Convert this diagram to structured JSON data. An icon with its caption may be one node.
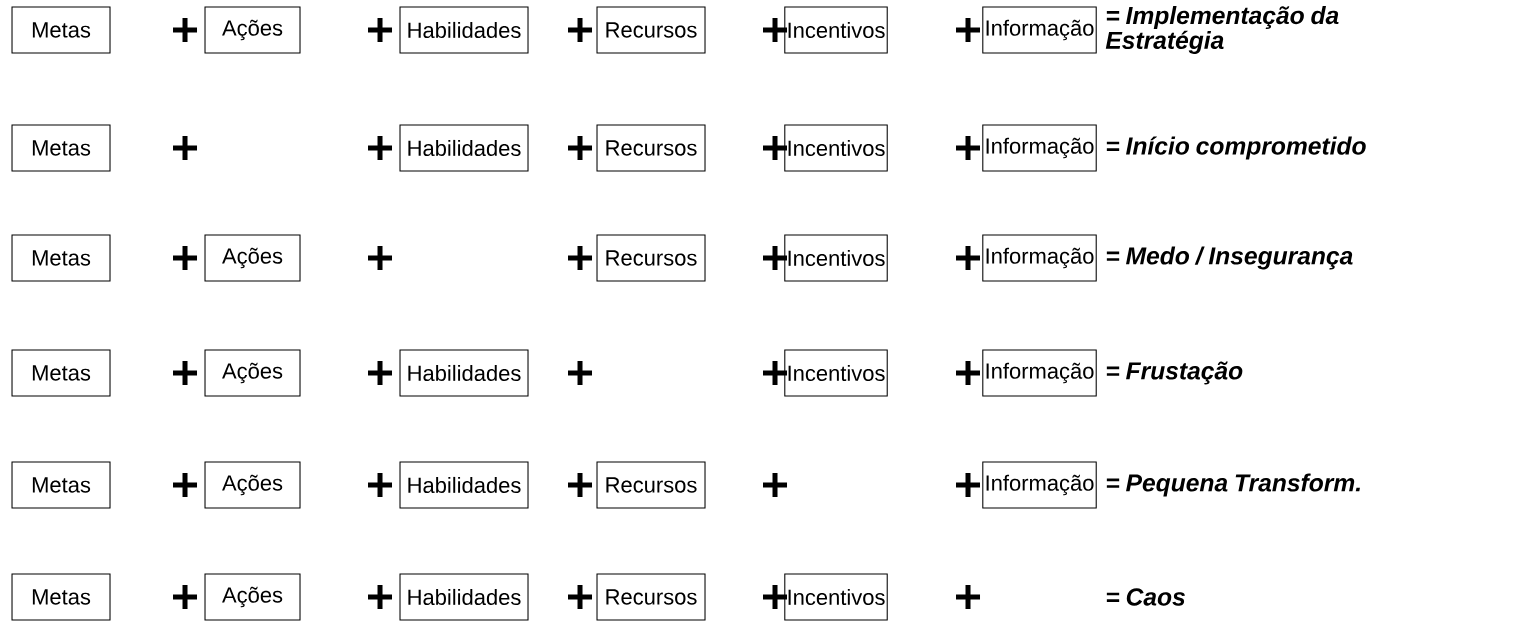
{
  "diagram": {
    "nodes": [
      {
        "text": [
          "Metas"
        ]
      },
      {
        "text": [
          "Ações"
        ]
      },
      {
        "text": [
          "Habilidades"
        ]
      },
      {
        "text": [
          "Recursos"
        ]
      },
      {
        "text": [
          "Incentivos"
        ]
      },
      {
        "text": [
          "Informação"
        ]
      },
      {
        "text": [
          "Metas"
        ]
      },
      {
        "text": [
          "Habilidades"
        ]
      },
      {
        "text": [
          "Recursos"
        ]
      },
      {
        "text": [
          "Incentivos"
        ]
      },
      {
        "text": [
          "Informação"
        ]
      },
      {
        "text": [
          "Metas"
        ]
      },
      {
        "text": [
          "Ações"
        ]
      },
      {
        "text": [
          "Recursos"
        ]
      },
      {
        "text": [
          "Incentivos"
        ]
      },
      {
        "text": [
          "Informação"
        ]
      },
      {
        "text": [
          "Metas"
        ]
      },
      {
        "text": [
          "Ações"
        ]
      },
      {
        "text": [
          "Habilidades"
        ]
      },
      {
        "text": [
          "Incentivos"
        ]
      },
      {
        "text": [
          "Informação"
        ]
      },
      {
        "text": [
          "Metas"
        ]
      },
      {
        "text": [
          "Ações"
        ]
      },
      {
        "text": [
          "Habilidades"
        ]
      },
      {
        "text": [
          "Recursos"
        ]
      },
      {
        "text": [
          "Informação"
        ]
      },
      {
        "text": [
          "Metas"
        ]
      },
      {
        "text": [
          "Ações"
        ]
      },
      {
        "text": [
          "Habilidades"
        ]
      },
      {
        "text": [
          "Recursos"
        ]
      },
      {
        "text": [
          "Incentivos"
        ]
      }
    ],
    "labels": [
      "= Implementação da Estratégia",
      "= Início comprometido",
      "= Medo / Insegurança",
      "= Frustação",
      "= Pequena Transform.",
      "= Caos"
    ]
  }
}
